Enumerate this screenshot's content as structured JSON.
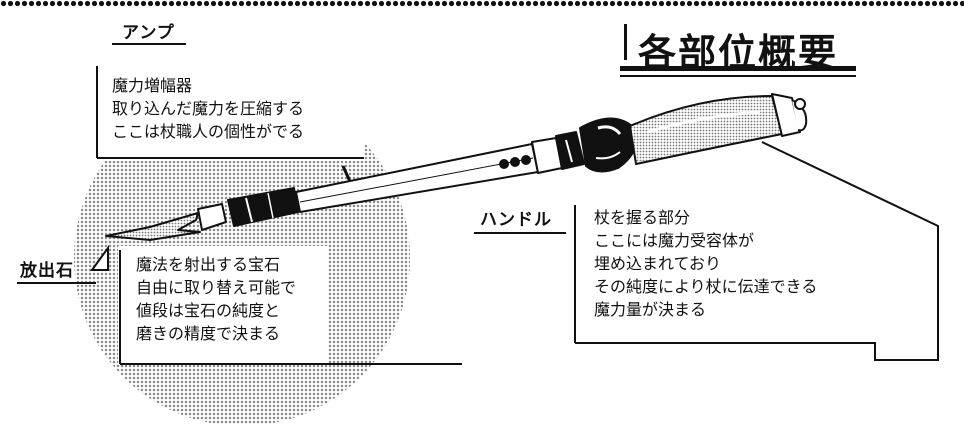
{
  "title": "各部位概要",
  "sections": {
    "amp": {
      "label": "アンプ",
      "lines": [
        "魔力増幅器",
        "取り込んだ魔力を圧縮する",
        "ここは杖職人の個性がでる"
      ]
    },
    "handle": {
      "label": "ハンドル",
      "lines": [
        "杖を握る部分",
        "ここには魔力受容体が",
        "埋め込まれており",
        "その純度により杖に伝達できる",
        "魔力量が決まる"
      ]
    },
    "emitter": {
      "label": "放出石",
      "lines": [
        "魔法を射出する宝石",
        "自由に取り替え可能で",
        "値段は宝石の純度と",
        "磨きの精度で決まる"
      ]
    }
  },
  "colors": {
    "ink": "#111111",
    "screentone": "#b9b9b9",
    "paper": "#ffffff"
  }
}
